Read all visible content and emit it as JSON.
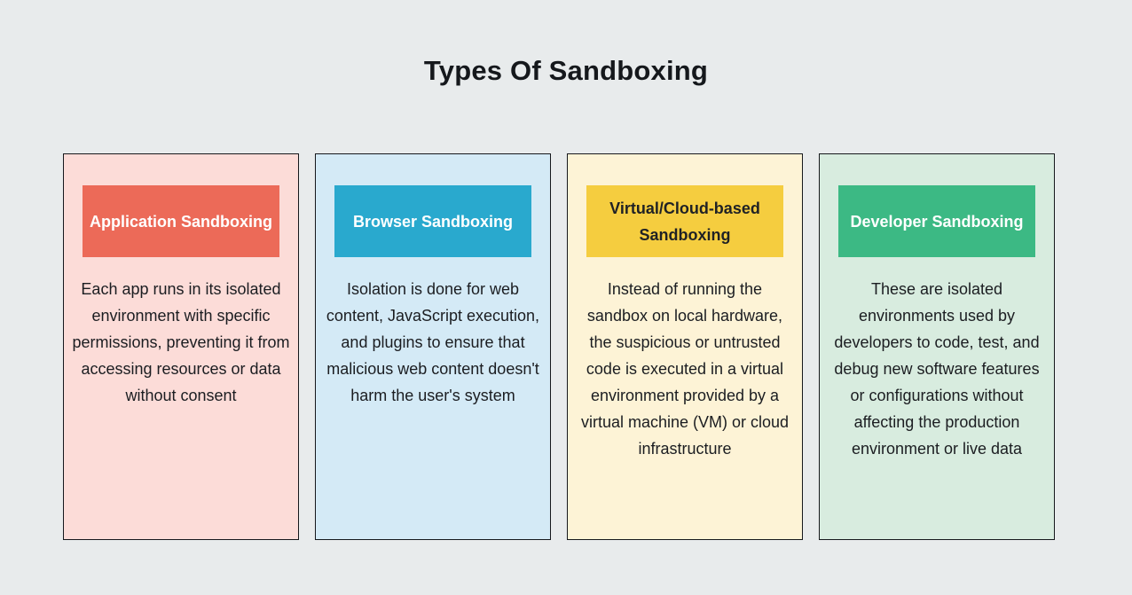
{
  "page": {
    "title": "Types Of Sandboxing",
    "background": "#e8ebec",
    "card_border_color": "#16181c",
    "body_text_color": "#1b1d21"
  },
  "cards": [
    {
      "title": "Application Sandboxing",
      "description": "Each app runs in its isolated environment with specific permissions, preventing it from accessing resources or data without consent",
      "card_bg": "#fcdcd8",
      "header_bg": "#ec6a58",
      "header_text_color": "#ffffff"
    },
    {
      "title": "Browser Sandboxing",
      "description": "Isolation is done for web content, JavaScript execution, and plugins to ensure that malicious web content doesn't harm the user's system",
      "card_bg": "#d4eaf6",
      "header_bg": "#29a9ce",
      "header_text_color": "#ffffff"
    },
    {
      "title": "Virtual/Cloud-based Sandboxing",
      "description": "Instead of running the sandbox on local hardware, the suspicious or untrusted code is executed in a virtual environment provided by a virtual machine (VM) or cloud infrastructure",
      "card_bg": "#fdf3d6",
      "header_bg": "#f5cd3f",
      "header_text_color": "#1f2125"
    },
    {
      "title": "Developer Sandboxing",
      "description": "These are isolated environments used by developers to code, test, and debug new software features or configurations without affecting the production environment or live data",
      "card_bg": "#d8ecdf",
      "header_bg": "#3cb984",
      "header_text_color": "#ffffff"
    }
  ]
}
